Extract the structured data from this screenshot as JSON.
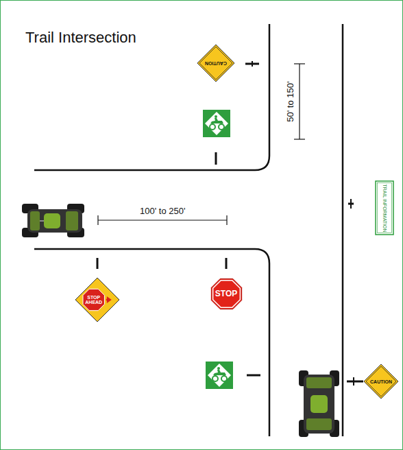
{
  "diagram": {
    "title": "Trail Intersection",
    "nodes": [
      {
        "text": [
          "CAUTION"
        ]
      },
      {
        "text": [
          "TRAIL INFORMATION"
        ]
      },
      {
        "text": [
          "STOP AHEAD"
        ]
      },
      {
        "text": [
          "STOP"
        ]
      },
      {
        "text": [
          "CAUTION"
        ]
      }
    ],
    "labels": [
      "50' to 150'",
      "100' to 250'"
    ]
  }
}
